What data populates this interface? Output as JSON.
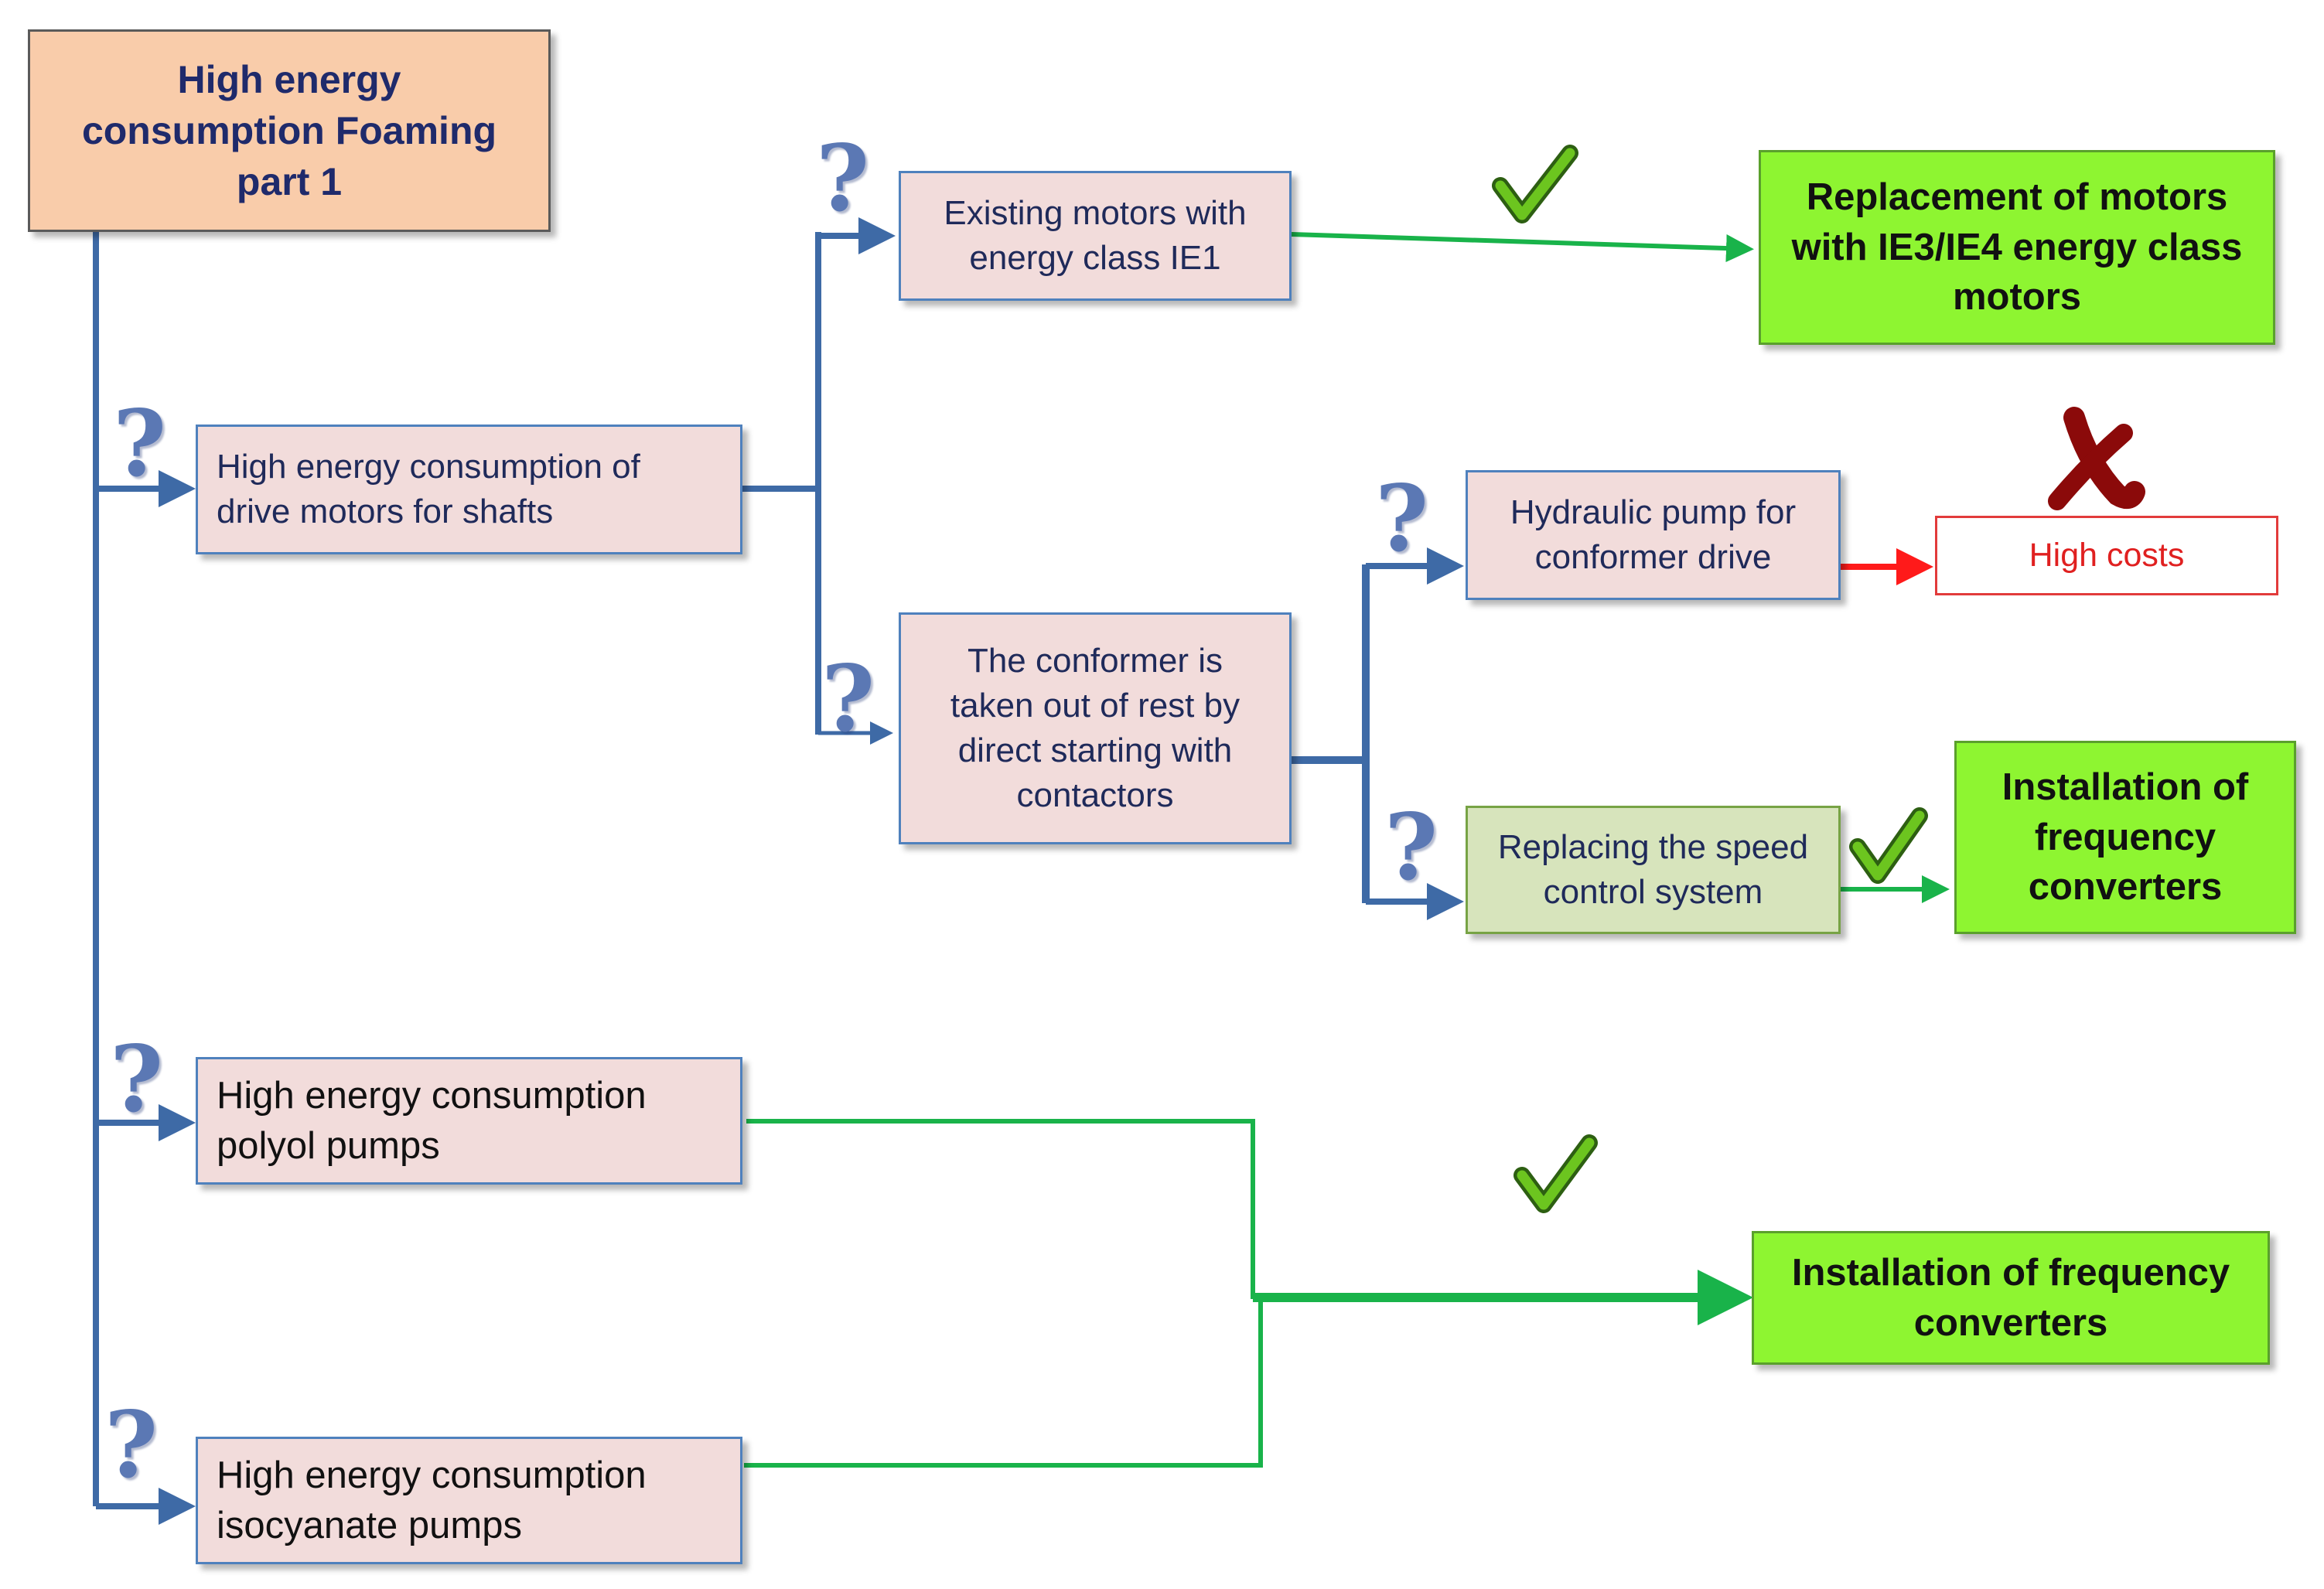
{
  "root": {
    "text": "High energy\nconsumption Foaming\npart 1"
  },
  "problems": {
    "drive_motors": "High energy consumption of\ndrive motors for shafts",
    "existing_motors": "Existing motors with\nenergy class IE1",
    "conformer_start": "The conformer is\ntaken out of rest by\ndirect starting with\ncontactors",
    "hydraulic_pump": "Hydraulic pump for\nconformer drive",
    "polyol_pumps": "High energy consumption\npolyol pumps",
    "isocyanate_pumps": "High energy consumption\nisocyanate pumps"
  },
  "options": {
    "speed_control": "Replacing the speed\ncontrol system"
  },
  "solutions": {
    "replace_motors": "Replacement of motors\nwith IE3/IE4 energy class\nmotors",
    "freq_conv_conformer": "Installation of\nfrequency\nconverters",
    "freq_conv_pumps": "Installation of frequency\nconverters"
  },
  "rejected": {
    "high_costs": "High costs"
  },
  "question_mark": "?",
  "colors": {
    "blue_connector": "#3e6aa6",
    "green_connector": "#19b34a",
    "red_connector": "#ff1a1a",
    "check": "#6cc51f",
    "cross": "#8b0a0a"
  }
}
